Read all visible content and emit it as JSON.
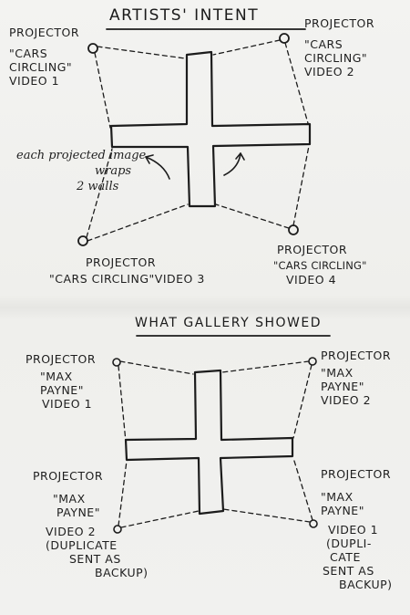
{
  "diagram_data": {
    "top": {
      "title": "ARTISTS' INTENT",
      "projector_tl": {
        "heading": "PROJECTOR",
        "lines": [
          "\"CARS",
          "CIRCLING\"",
          "VIDEO 1"
        ]
      },
      "projector_tr": {
        "heading": "PROJECTOR",
        "lines": [
          "\"CARS",
          "CIRCLING\"",
          "VIDEO 2"
        ]
      },
      "projector_bl": {
        "heading": "PROJECTOR",
        "lines": [
          "\"CARS CIRCLING\"VIDEO 3"
        ]
      },
      "projector_br": {
        "heading": "PROJECTOR",
        "lines": [
          "\"CARS CIRCLING\"",
          "VIDEO 4"
        ]
      },
      "note_lines": [
        "each projected image",
        "wraps",
        "2 walls"
      ]
    },
    "bottom": {
      "title": "WHAT GALLERY SHOWED",
      "projector_tl": {
        "heading": "PROJECTOR",
        "lines": [
          "\"MAX",
          "PAYNE\"",
          "VIDEO 1"
        ]
      },
      "projector_tr": {
        "heading": "PROJECTOR",
        "lines": [
          "\"MAX",
          "PAYNE\"",
          "VIDEO 2"
        ]
      },
      "projector_bl": {
        "heading": "PROJECTOR",
        "lines": [
          "\"MAX",
          "PAYNE\"",
          "VIDEO 2",
          "(DUPLICATE",
          "SENT AS",
          "BACKUP)"
        ]
      },
      "projector_br": {
        "heading": "PROJECTOR",
        "lines": [
          "\"MAX",
          "PAYNE\"",
          "VIDEO 1",
          "(DUPLI-",
          "CATE",
          "SENT AS",
          "BACKUP)"
        ]
      }
    }
  },
  "colors": {
    "ink": "#1c1c1c",
    "paper": "#f1f1ef"
  }
}
